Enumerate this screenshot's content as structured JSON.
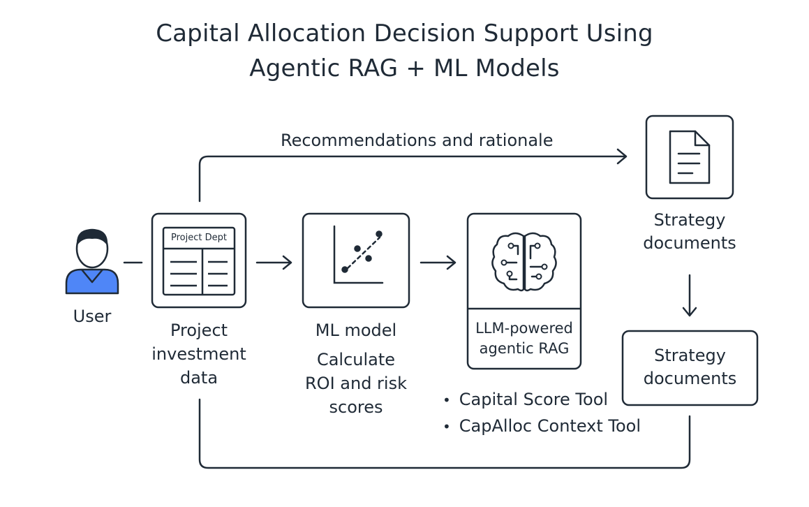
{
  "title": {
    "line1": "Capital Allocation Decision Support Using",
    "line2": "Agentic RAG + ML Models"
  },
  "top_arrow_label": "Recommendations and rationale",
  "user": {
    "label": "User",
    "icon": "person-icon"
  },
  "project_data": {
    "table_header": "Project Dept",
    "label_lines": [
      "Project",
      "investment",
      "data"
    ],
    "icon": "table-icon"
  },
  "ml_model": {
    "label": "ML model",
    "desc_lines": [
      "Calculate",
      "ROI and risk",
      "scores"
    ],
    "icon": "scatter-plot-icon"
  },
  "rag": {
    "label_lines": [
      "LLM-powered",
      "agentic RAG"
    ],
    "tools": [
      "Capital Score Tool",
      "CapAlloc Context Tool"
    ],
    "icon": "brain-circuit-icon"
  },
  "strategy_docs_icon": {
    "label_lines": [
      "Strategy",
      "documents"
    ],
    "icon": "document-icon"
  },
  "strategy_docs_box": {
    "label_lines": [
      "Strategy",
      "documents"
    ]
  },
  "colors": {
    "stroke": "#1f2a36",
    "user_shirt": "#4f86f7"
  }
}
